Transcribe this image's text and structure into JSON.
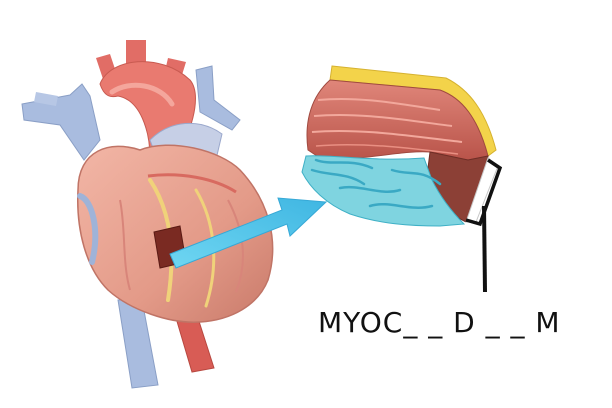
{
  "diagram": {
    "label": "MYOC_ _ D _ _ M",
    "colors": {
      "vein_blue": "#9fb3d8",
      "artery_red": "#d9534f",
      "heart_flesh": "#e8a090",
      "muscle_red": "#c96b5c",
      "fat_yellow": "#f2d24a",
      "endocardium_cyan": "#5ec8d8",
      "arrow_cyan": "#4fc4e8",
      "pointer_black": "#111111"
    },
    "icons": [
      "heart-illustration",
      "tissue-block-illustration",
      "arrow-icon",
      "bracket-pointer"
    ]
  }
}
